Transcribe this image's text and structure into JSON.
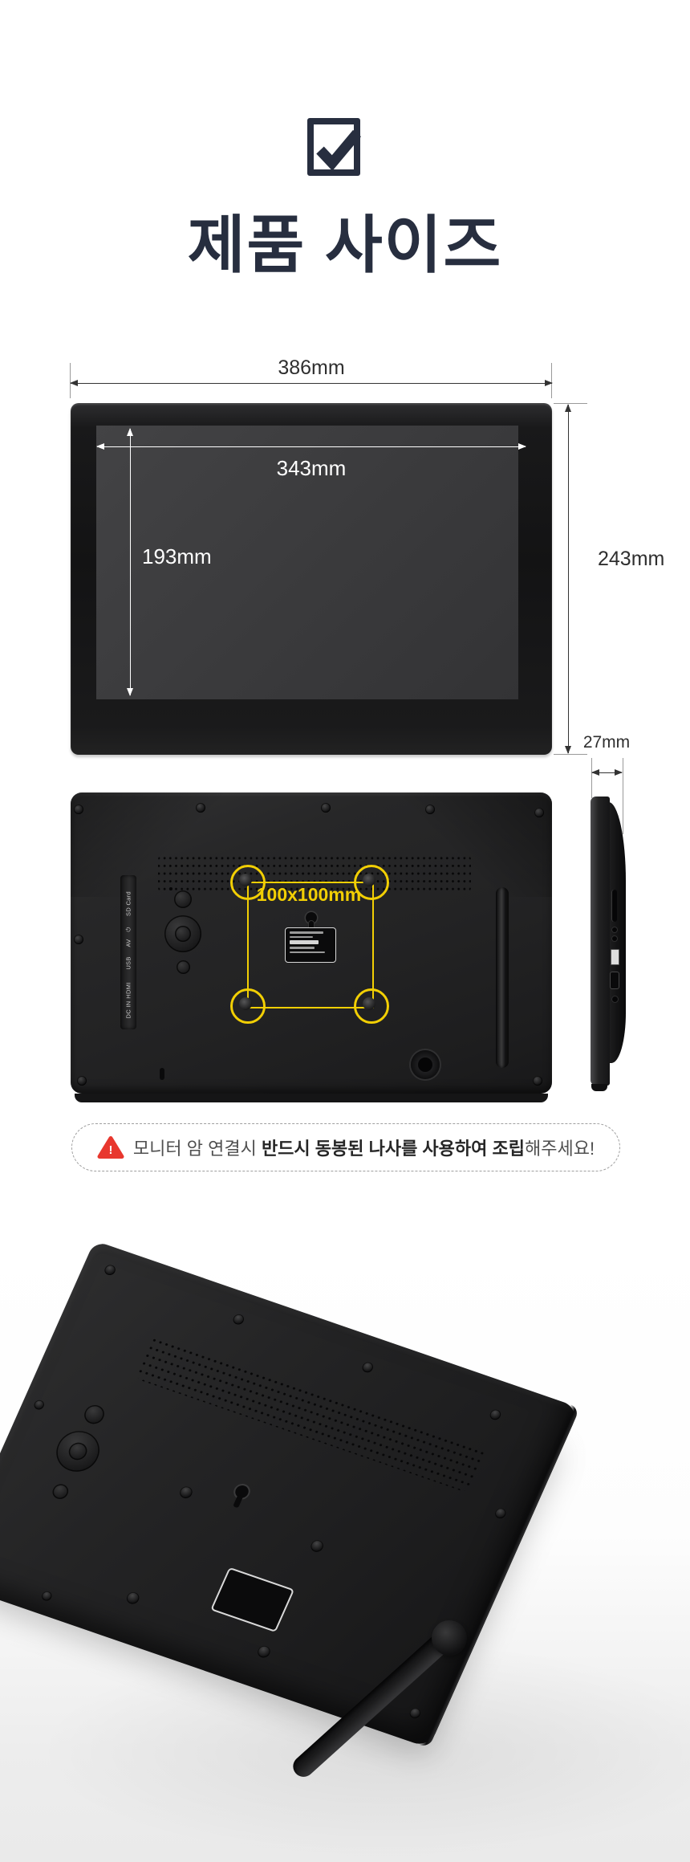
{
  "header": {
    "title": "제품 사이즈",
    "title_color": "#272e3f"
  },
  "front_view": {
    "overall_width_label": "386mm",
    "overall_height_label": "243mm",
    "screen_width_label": "343mm",
    "screen_height_label": "193mm"
  },
  "side_view": {
    "depth_label": "27mm"
  },
  "back_view": {
    "vesa_label": "100x100mm",
    "vesa_color": "#f2cf04",
    "port_labels": [
      "SD Card",
      "⏻",
      "AV",
      "USB",
      "HDMI",
      "DC IN"
    ]
  },
  "warning": {
    "accent_color": "#e8372e",
    "icon_mark": "!",
    "text_prefix": "모니터 암 연결시 ",
    "text_bold": "반드시 동봉된 나사를 사용하여 조립",
    "text_suffix": "해주세요!"
  }
}
